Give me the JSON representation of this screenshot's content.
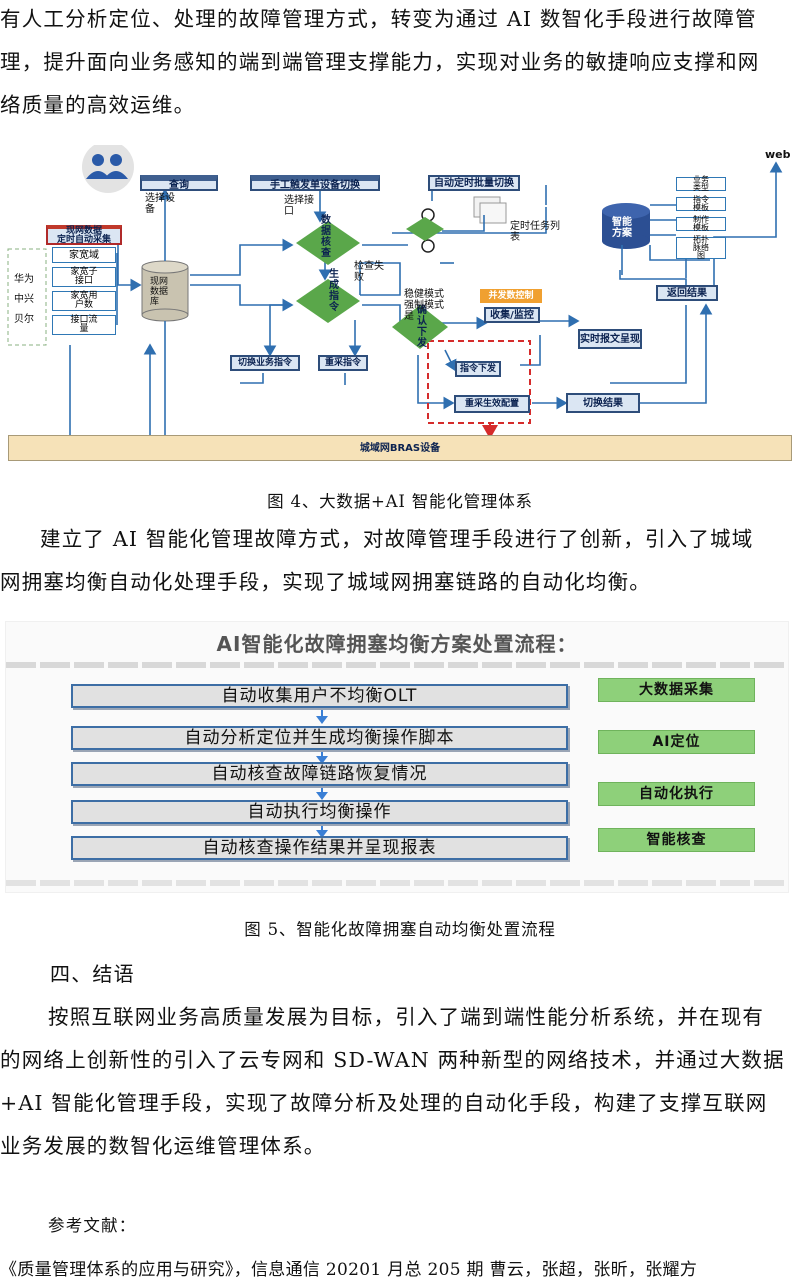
{
  "intro": {
    "lines": [
      "有人工分析定位、处理的故障管理方式，转变为通过 AI 数智化手段进行故障管",
      "理，提升面向业务感知的端到端管理支撑能力，实现对业务的敏捷响应支撑和网",
      "络质量的高效运维。"
    ]
  },
  "fig4": {
    "caption": "图 4、大数据+AI 智能化管理体系",
    "nodes": {
      "query": "查询",
      "manual_switch": "手工触发单设备切换",
      "auto_batch_switch": "自动定时批量切换",
      "collect_title": "现网数据\n定时自动采集",
      "home_domain": "家宽域",
      "home_port": "家宽子\n接口",
      "user_count": "家宽用\n户数",
      "port_flow": "接口流\n量",
      "vendors": "华为\n中兴\n贝尔",
      "db": "现网\n数据\n库",
      "select_device": "选择设\n备",
      "select_port": "选择接\n口",
      "data_check": "数\n据\n核\n查",
      "gen_cmd": "生\n成\n指\n令",
      "check_fail": "检查失\n败",
      "scheduled_task": "定时任务列\n表",
      "smart_plan": "智能\n方案",
      "biz_type": "业务\n类型",
      "cmd_template": "指令\n模板",
      "make_template": "制作\n模板",
      "circuit_map": "拓扑\n脉络\n图",
      "web": "web",
      "return_result": "返回结果",
      "concurrency": "并发数控制",
      "collect_monitor": "收集/监控",
      "realtime_report": "实时报文呈现",
      "mode": "稳健模式\n强制模式\n是",
      "confirm_send": "确\n认\n下\n发",
      "switch_cmd": "切换业务指令",
      "re_collect_cmd": "重采指令",
      "cmd_send": "指令下发",
      "recollect_config": "重采生效配置",
      "switch_result": "切换结果",
      "bras": "城域网BRAS设备"
    }
  },
  "mid": {
    "lines": [
      "建立了 AI 智能化管理故障方式，对故障管理手段进行了创新，引入了城域",
      "网拥塞均衡自动化处理手段，实现了城域网拥塞链路的自动化均衡。"
    ]
  },
  "fig5": {
    "title": "AI智能化故障拥塞均衡方案处置流程：",
    "steps": [
      "自动收集用户不均衡OLT",
      "自动分析定位并生成均衡操作脚本",
      "自动核查故障链路恢复情况",
      "自动执行均衡操作",
      "自动核查操作结果并呈现报表"
    ],
    "tags": [
      "大数据采集",
      "AI定位",
      "自动化执行",
      "智能核查"
    ],
    "caption": "图 5、智能化故障拥塞自动均衡处置流程"
  },
  "conclusion": {
    "heading": "四、结语",
    "lines": [
      "按照互联网业务高质量发展为目标，引入了端到端性能分析系统，并在现有",
      "的网络上创新性的引入了云专网和 SD-WAN 两种新型的网络技术，并通过大数据",
      "+AI 智能化管理手段，实现了故障分析及处理的自动化手段，构建了支撑互联网",
      "业务发展的数智化运维管理体系。"
    ]
  },
  "refs": {
    "heading": "参考文献：",
    "items": [
      "《质量管理体系的应用与研究》，信息通信 20201 月总 205 期 曹云，张超，张昕，张耀方"
    ]
  },
  "colors": {
    "diagram_line": "#2f6fb0",
    "diamond": "#5aa74a",
    "header_box": "#dbe6f3",
    "bras_bar": "#f6e2b8",
    "dash_red": "#d52b2b",
    "tag_green": "#8ed07a",
    "arrow_blue": "#3a7fd5"
  }
}
